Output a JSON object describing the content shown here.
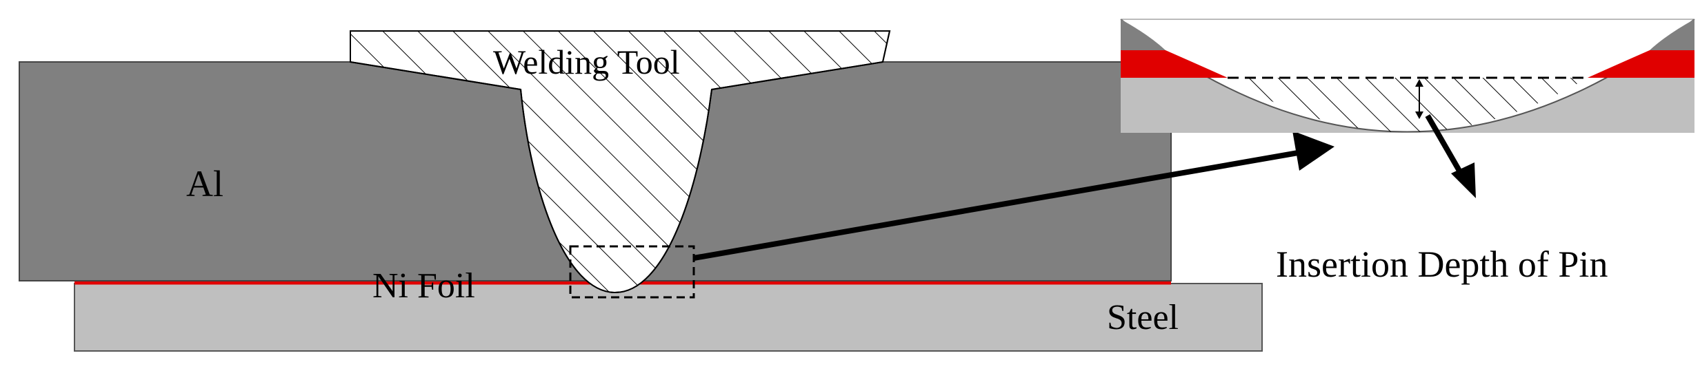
{
  "labels": {
    "welding_tool": "Welding Tool",
    "aluminum": "Al",
    "ni_foil": "Ni Foil",
    "steel": "Steel",
    "insertion_depth": "Insertion Depth of Pin"
  },
  "colors": {
    "aluminum": "#808080",
    "steel": "#bfbfbf",
    "ni_foil": "#e00000",
    "tool_fill": "#ffffff",
    "hatch": "#000000",
    "arrow": "#000000"
  }
}
